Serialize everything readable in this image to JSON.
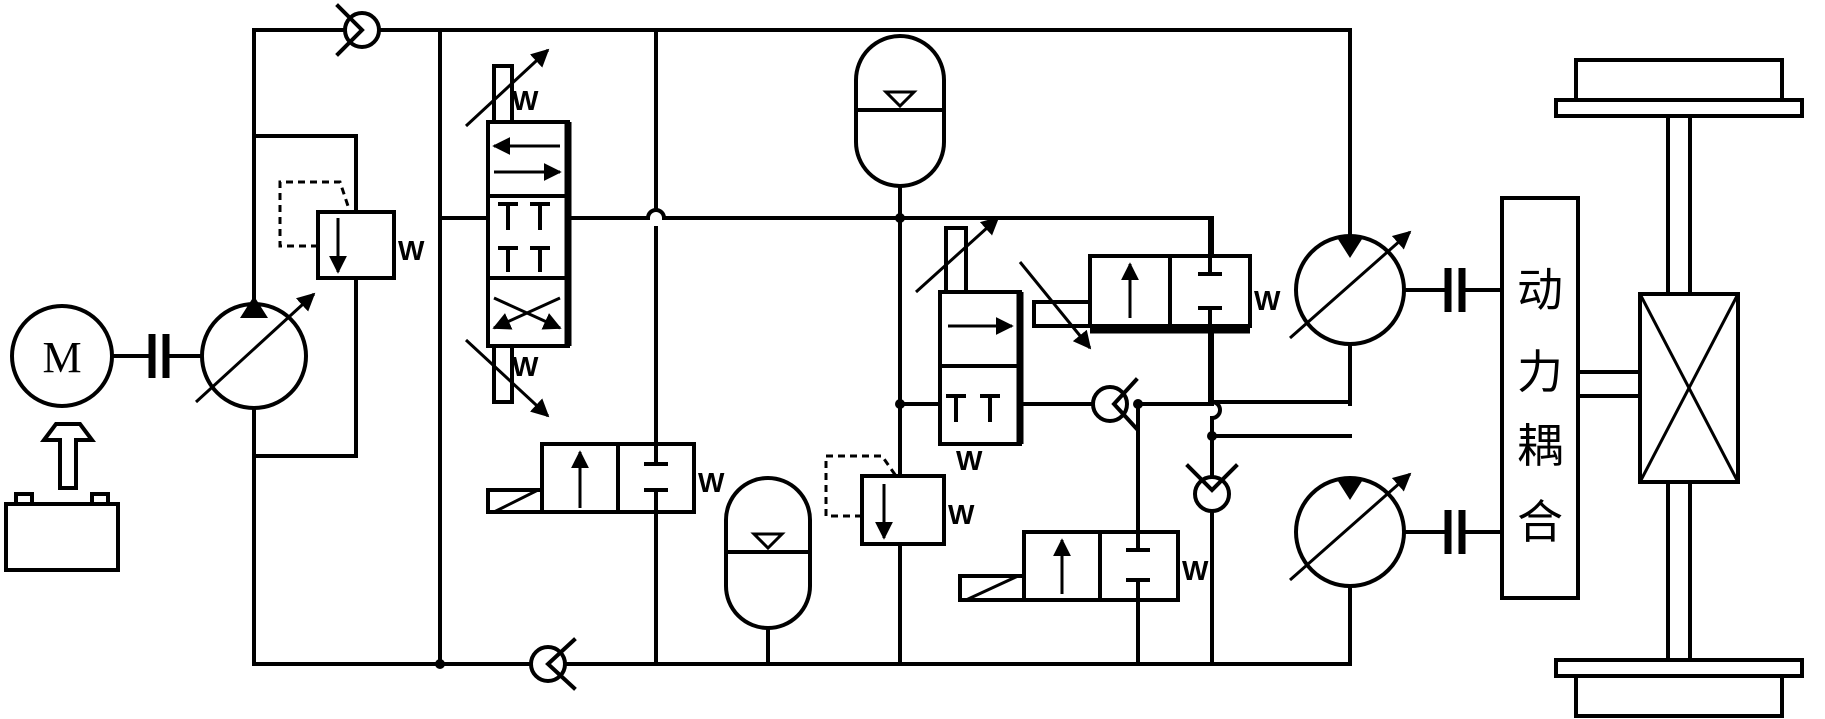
{
  "motor": {
    "label": "M"
  },
  "power_coupling": {
    "chars": [
      "动",
      "力",
      "耦",
      "合"
    ]
  },
  "spring_labels": {
    "symbol": "W"
  }
}
